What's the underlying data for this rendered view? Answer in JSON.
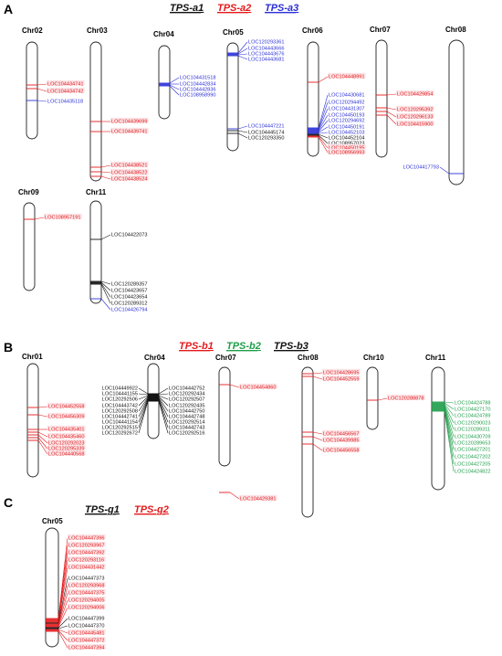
{
  "colors": {
    "black": "#111111",
    "red": "#e31a1c",
    "blue": "#2b2fd6",
    "green": "#1f9e4a",
    "label_bg": "#fbe3e6"
  },
  "panels": [
    {
      "letter": "A",
      "legend": [
        {
          "text": "TPS-a1",
          "color": "black"
        },
        {
          "text": "TPS-a2",
          "color": "red"
        },
        {
          "text": "TPS-a3",
          "color": "blue"
        }
      ],
      "chromosomes": [
        {
          "name": "Chr02",
          "genes": [
            {
              "id": "LOC104434741",
              "color": "red"
            },
            {
              "id": "LOC104434742",
              "color": "red"
            },
            {
              "id": "LOC104435118",
              "color": "blue"
            }
          ]
        },
        {
          "name": "Chr03",
          "genes": [
            {
              "id": "LOC104439699",
              "color": "red"
            },
            {
              "id": "LOC104439741",
              "color": "red"
            },
            {
              "id": "LOC104438521",
              "color": "red"
            },
            {
              "id": "LOC104438522",
              "color": "red"
            },
            {
              "id": "LOC104438524",
              "color": "red"
            }
          ]
        },
        {
          "name": "Chr04",
          "genes": [
            {
              "id": "LOC104431518",
              "color": "blue"
            },
            {
              "id": "LOC104442834",
              "color": "blue"
            },
            {
              "id": "LOC104442836",
              "color": "blue"
            },
            {
              "id": "LOC108958990",
              "color": "blue"
            }
          ]
        },
        {
          "name": "Chr05",
          "genes": [
            {
              "id": "LOC120293361",
              "color": "blue"
            },
            {
              "id": "LOC104443666",
              "color": "blue"
            },
            {
              "id": "LOC104443676",
              "color": "blue"
            },
            {
              "id": "LOC104443681",
              "color": "blue"
            },
            {
              "id": "LOC104447221",
              "color": "blue"
            },
            {
              "id": "LOC104445174",
              "color": "black"
            },
            {
              "id": "LOC120293350",
              "color": "black"
            }
          ]
        },
        {
          "name": "Chr06",
          "genes": [
            {
              "id": "LOC104448991",
              "color": "red"
            },
            {
              "id": "LOC104430681",
              "color": "blue"
            },
            {
              "id": "LOC120294492",
              "color": "blue"
            },
            {
              "id": "LOC104431307",
              "color": "blue"
            },
            {
              "id": "LOC104450193",
              "color": "blue"
            },
            {
              "id": "LOC120294692",
              "color": "blue"
            },
            {
              "id": "LOC104450191",
              "color": "blue"
            },
            {
              "id": "LOC104452103",
              "color": "blue"
            },
            {
              "id": "LOC104452104",
              "color": "black"
            },
            {
              "id": "LOC108957023",
              "color": "black"
            },
            {
              "id": "LOC104450195",
              "color": "red"
            },
            {
              "id": "LOC108956993",
              "color": "red"
            }
          ]
        },
        {
          "name": "Chr07",
          "genes": [
            {
              "id": "LOC104429854",
              "color": "red"
            },
            {
              "id": "LOC120295392",
              "color": "red"
            },
            {
              "id": "LOC120296133",
              "color": "red"
            },
            {
              "id": "LOC104415900",
              "color": "red"
            }
          ]
        },
        {
          "name": "Chr08",
          "genes": [
            {
              "id": "LOC104417793",
              "color": "blue"
            }
          ]
        },
        {
          "name": "Chr09",
          "genes": [
            {
              "id": "LOC108957191",
              "color": "red"
            }
          ]
        },
        {
          "name": "Chr11",
          "genes": [
            {
              "id": "LOC104422073",
              "color": "black"
            },
            {
              "id": "LOC120289357",
              "color": "black"
            },
            {
              "id": "LOC104423657",
              "color": "black"
            },
            {
              "id": "LOC104423654",
              "color": "black"
            },
            {
              "id": "LOC120289312",
              "color": "black"
            },
            {
              "id": "LOC104426794",
              "color": "blue"
            }
          ]
        }
      ]
    },
    {
      "letter": "B",
      "legend": [
        {
          "text": "TPS-b1",
          "color": "red"
        },
        {
          "text": "TPS-b2",
          "color": "green"
        },
        {
          "text": "TPS-b3",
          "color": "black"
        }
      ],
      "chromosomes": [
        {
          "name": "Chr01",
          "genes": [
            {
              "id": "LOC104452558",
              "color": "red"
            },
            {
              "id": "LOC104456309",
              "color": "red"
            },
            {
              "id": "LOC104435401",
              "color": "red"
            },
            {
              "id": "LOC104435460",
              "color": "red"
            },
            {
              "id": "LOC120292023",
              "color": "red"
            },
            {
              "id": "LOC120295339",
              "color": "red"
            },
            {
              "id": "LOC104440568",
              "color": "red"
            }
          ]
        },
        {
          "name": "Chr04",
          "genes": [
            {
              "id": "LOC104449922",
              "color": "black"
            },
            {
              "id": "LOC104441155",
              "color": "black"
            },
            {
              "id": "LOC120292506",
              "color": "black"
            },
            {
              "id": "LOC104443742",
              "color": "black"
            },
            {
              "id": "LOC120292508",
              "color": "black"
            },
            {
              "id": "LOC104442741",
              "color": "black"
            },
            {
              "id": "LOC104441154",
              "color": "black"
            },
            {
              "id": "LOC120292515",
              "color": "black"
            },
            {
              "id": "LOC120292672",
              "color": "black"
            },
            {
              "id": "LOC104442752",
              "color": "black"
            },
            {
              "id": "LOC120292434",
              "color": "black"
            },
            {
              "id": "LOC120292507",
              "color": "black"
            },
            {
              "id": "LOC120292435",
              "color": "black"
            },
            {
              "id": "LOC104442750",
              "color": "black"
            },
            {
              "id": "LOC104442748",
              "color": "black"
            },
            {
              "id": "LOC120292514",
              "color": "black"
            },
            {
              "id": "LOC104442743",
              "color": "black"
            },
            {
              "id": "LOC120292516",
              "color": "black"
            }
          ]
        },
        {
          "name": "Chr07",
          "genes": [
            {
              "id": "LOC104454860",
              "color": "red"
            },
            {
              "id": "LOC104429381",
              "color": "red"
            }
          ]
        },
        {
          "name": "Chr08",
          "genes": [
            {
              "id": "LOC104428695",
              "color": "red"
            },
            {
              "id": "LOC104452559",
              "color": "red"
            },
            {
              "id": "LOC104456567",
              "color": "red"
            },
            {
              "id": "LOC104439985",
              "color": "red"
            },
            {
              "id": "LOC104456558",
              "color": "red"
            }
          ]
        },
        {
          "name": "Chr10",
          "genes": [
            {
              "id": "LOC120288878",
              "color": "red"
            }
          ]
        },
        {
          "name": "Chr11",
          "genes": [
            {
              "id": "LOC104424788",
              "color": "green"
            },
            {
              "id": "LOC104427170",
              "color": "green"
            },
            {
              "id": "LOC104424789",
              "color": "green"
            },
            {
              "id": "LOC120290023",
              "color": "green"
            },
            {
              "id": "LOC120289311",
              "color": "green"
            },
            {
              "id": "LOC104430709",
              "color": "green"
            },
            {
              "id": "LOC120289653",
              "color": "green"
            },
            {
              "id": "LOC104427201",
              "color": "green"
            },
            {
              "id": "LOC104427202",
              "color": "green"
            },
            {
              "id": "LOC104427205",
              "color": "green"
            },
            {
              "id": "LOC104424822",
              "color": "green"
            }
          ]
        }
      ]
    },
    {
      "letter": "C",
      "legend": [
        {
          "text": "TPS-g1",
          "color": "black"
        },
        {
          "text": "TPS-g2",
          "color": "red"
        }
      ],
      "chromosomes": [
        {
          "name": "Chr05",
          "genes": [
            {
              "id": "LOC104447396",
              "color": "red"
            },
            {
              "id": "LOC120293967",
              "color": "red"
            },
            {
              "id": "LOC104447392",
              "color": "red"
            },
            {
              "id": "LOC120293116",
              "color": "red"
            },
            {
              "id": "LOC104431442",
              "color": "red"
            },
            {
              "id": "LOC104447373",
              "color": "black"
            },
            {
              "id": "LOC120293968",
              "color": "red"
            },
            {
              "id": "LOC104447375",
              "color": "red"
            },
            {
              "id": "LOC120294005",
              "color": "red"
            },
            {
              "id": "LOC120294006",
              "color": "red"
            },
            {
              "id": "LOC104447399",
              "color": "black"
            },
            {
              "id": "LOC104447370",
              "color": "black"
            },
            {
              "id": "LOC104445481",
              "color": "red"
            },
            {
              "id": "LOC104447372",
              "color": "red"
            },
            {
              "id": "LOC104447394",
              "color": "red"
            }
          ]
        }
      ]
    }
  ]
}
